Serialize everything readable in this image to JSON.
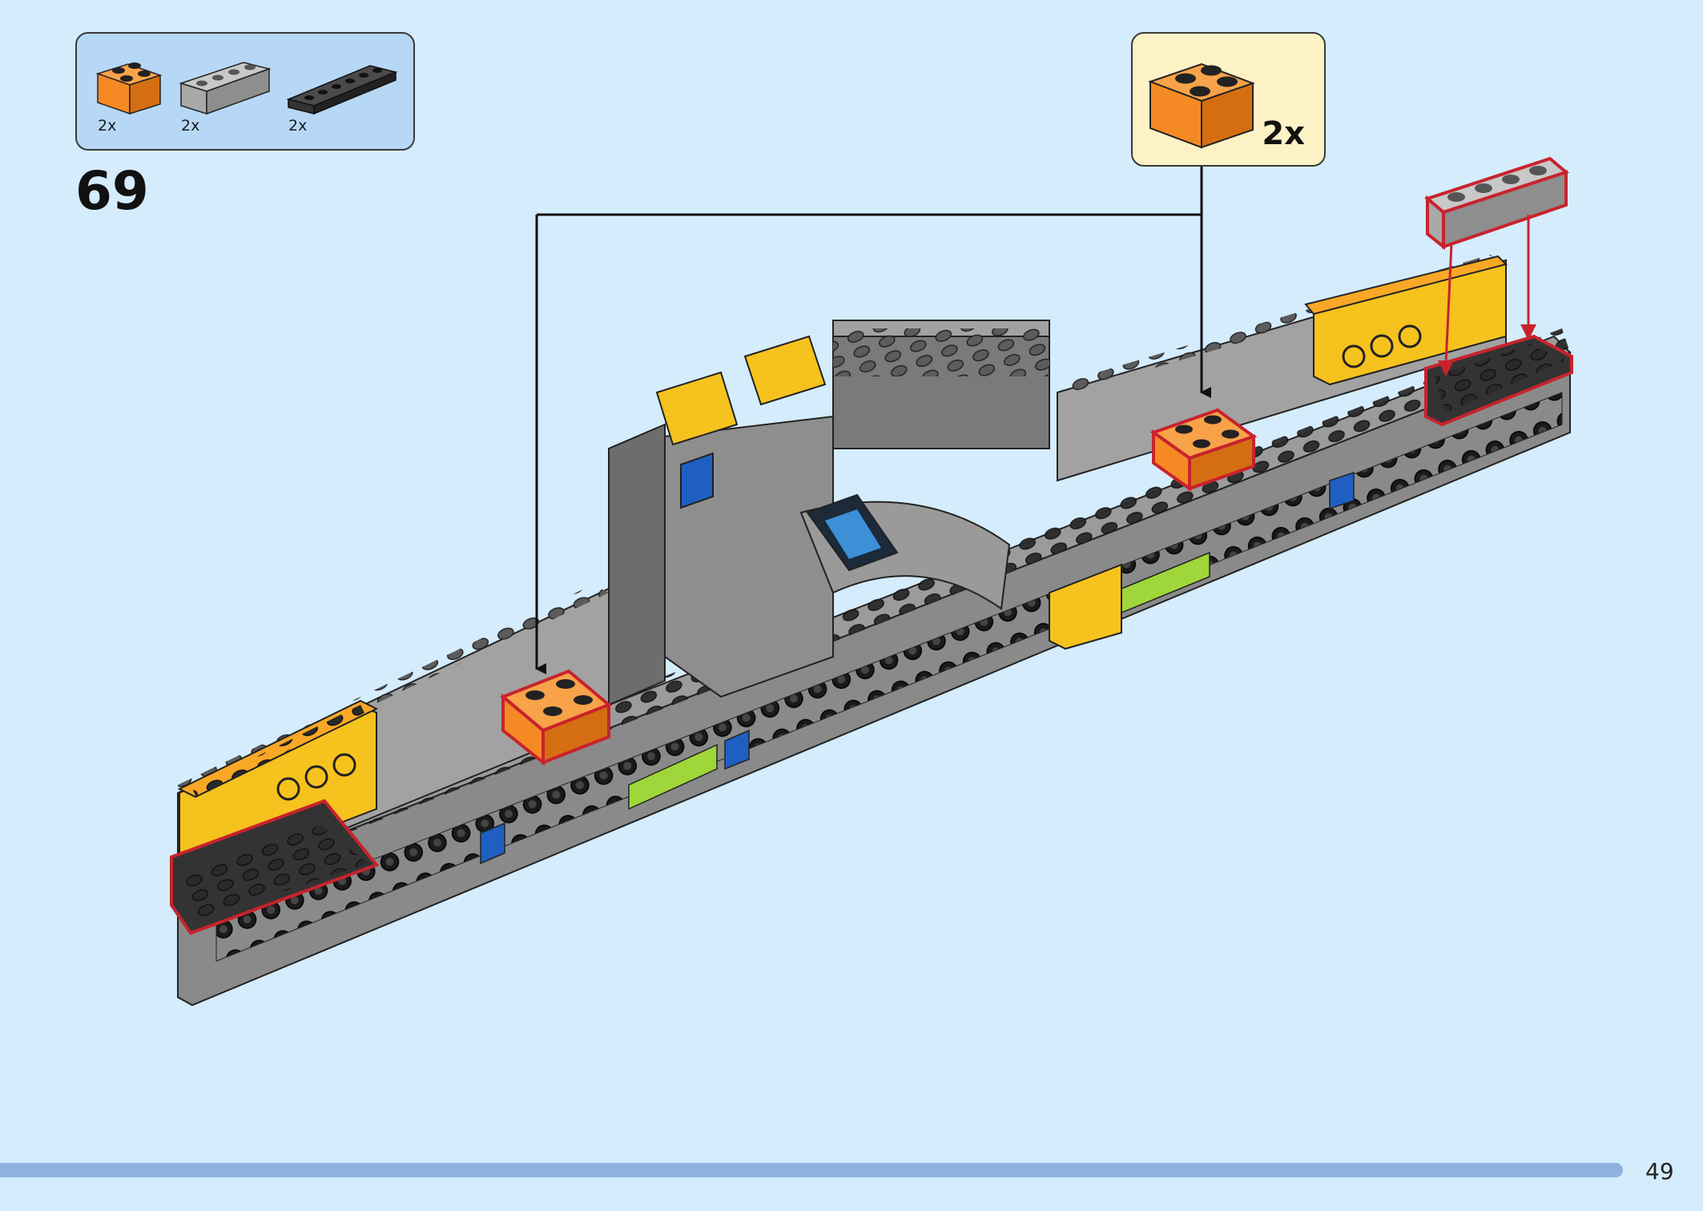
{
  "parts_list": {
    "items": [
      {
        "icon": "orange-2x2-brick-icon",
        "quantity": "2x"
      },
      {
        "icon": "grey-1x4-brick-icon",
        "quantity": "2x"
      },
      {
        "icon": "black-1x6-plate-icon",
        "quantity": "2x"
      }
    ]
  },
  "step": {
    "number": "69"
  },
  "callout": {
    "icon": "orange-2x2-brick-icon",
    "quantity": "2x"
  },
  "page": {
    "number": "49"
  },
  "colors": {
    "background": "#d4ecfc",
    "parts_box": "#b6d8f6",
    "callout_box": "#fdf1c6",
    "orange": "#f58a25",
    "grey": "#a3a3a3",
    "dark_grey": "#6d6d6d",
    "black": "#2b2b2b",
    "yellow": "#f6c21e",
    "blue": "#1f5fc2",
    "lime": "#9fd63a",
    "highlight": "#c8232c",
    "progress": "#8fb1e0"
  }
}
